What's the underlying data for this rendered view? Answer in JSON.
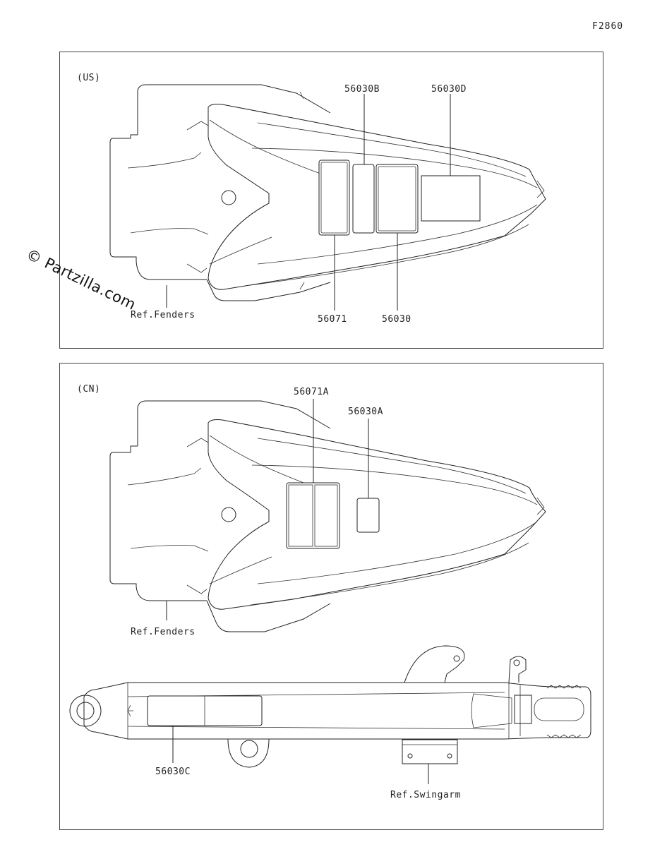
{
  "figure_id": "F2860",
  "watermark": "© Partzilla.com",
  "panels": {
    "us": {
      "region": "(US)",
      "callouts": {
        "p56030b": "56030B",
        "p56030d": "56030D",
        "p56071": "56071",
        "p56030": "56030",
        "ref_fenders": "Ref.Fenders"
      }
    },
    "cn": {
      "region": "(CN)",
      "callouts": {
        "p56071a": "56071A",
        "p56030a": "56030A",
        "ref_fenders": "Ref.Fenders",
        "p56030c": "56030C",
        "ref_swingarm": "Ref.Swingarm"
      }
    }
  }
}
